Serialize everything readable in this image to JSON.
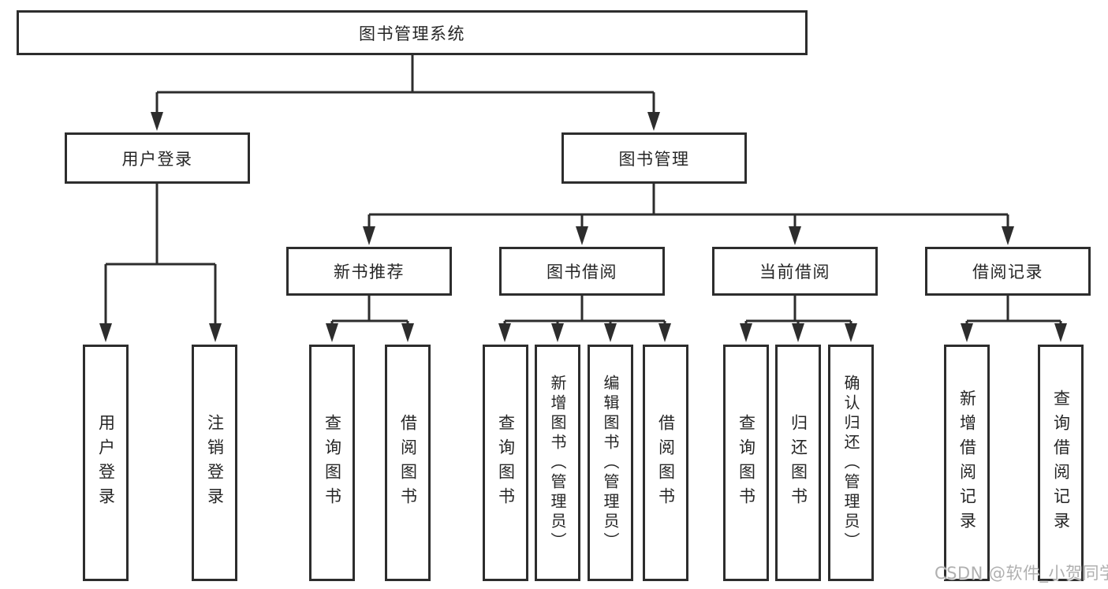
{
  "diagram": {
    "root": {
      "label": "图书管理系统"
    },
    "level2": [
      {
        "label": "用户登录"
      },
      {
        "label": "图书管理"
      }
    ],
    "level3": [
      {
        "label": "新书推荐"
      },
      {
        "label": "图书借阅"
      },
      {
        "label": "当前借阅"
      },
      {
        "label": "借阅记录"
      }
    ],
    "leaves": [
      {
        "label": "用户登录"
      },
      {
        "label": "注销登录"
      },
      {
        "label": "查询图书"
      },
      {
        "label": "借阅图书"
      },
      {
        "label": "查询图书"
      },
      {
        "label": "新增图书（管理员）"
      },
      {
        "label": "编辑图书（管理员）"
      },
      {
        "label": "借阅图书"
      },
      {
        "label": "查询图书"
      },
      {
        "label": "归还图书"
      },
      {
        "label": "确认归还（管理员）"
      },
      {
        "label": "新增借阅记录"
      },
      {
        "label": "查询借阅记录"
      }
    ]
  },
  "watermark": {
    "text": "CSDN @软件_小贺同学"
  },
  "colors": {
    "line": "#2d2d2d",
    "text": "#262626",
    "background": "#ffffff",
    "watermark": "#b0b0b0"
  }
}
